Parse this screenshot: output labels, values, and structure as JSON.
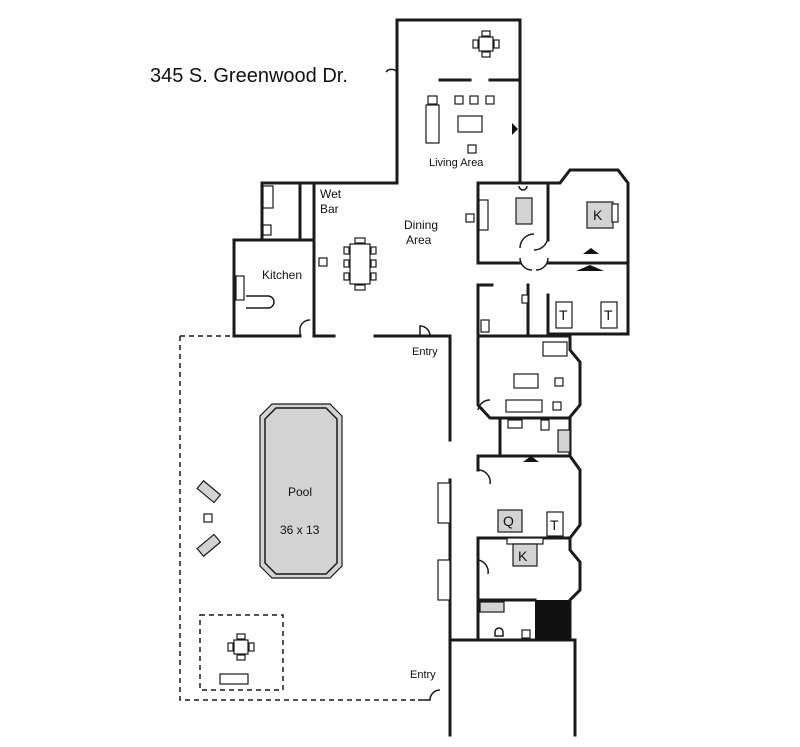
{
  "title": "345 S. Greenwood Dr.",
  "rooms": {
    "living": "Living Area",
    "wetbar_line1": "Wet",
    "wetbar_line2": "Bar",
    "dining_line1": "Dining",
    "dining_line2": "Area",
    "kitchen": "Kitchen",
    "pool": "Pool",
    "pool_size": "36 x 13"
  },
  "entries": {
    "main": "Entry",
    "garage": "Entry"
  },
  "bed_letters": {
    "king_top": "K",
    "twin_a": "T",
    "twin_b": "T",
    "queen": "Q",
    "twin_c": "T",
    "king_bottom": "K"
  },
  "colors": {
    "wall": "#1a1a1a",
    "pool": "#d3d3d3",
    "closet": "#111111"
  }
}
